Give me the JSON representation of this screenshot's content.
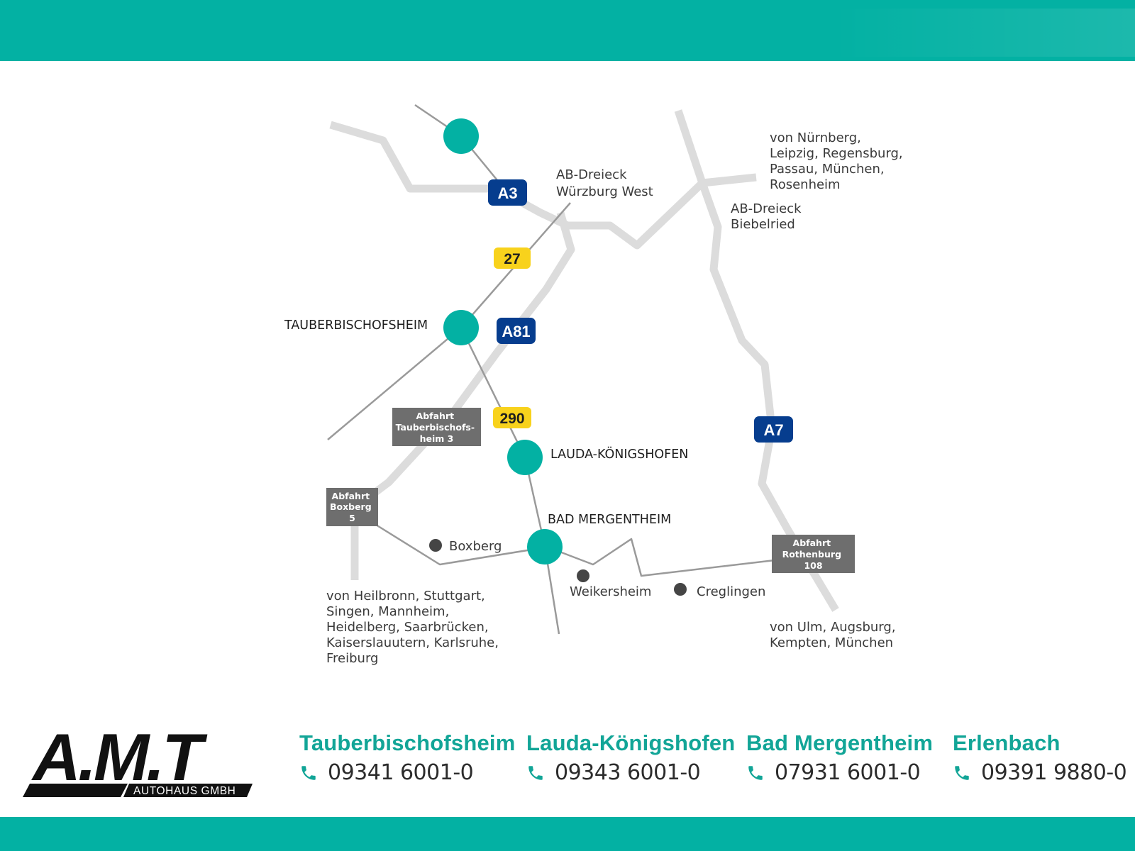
{
  "colors": {
    "brand": "#03b1a3",
    "highway_blue": "#063d8e",
    "road_yellow": "#f8d21c",
    "road_gray": "#dcdcdc",
    "exit_gray": "#6e6e6e"
  },
  "map": {
    "highways": {
      "a3": "A3",
      "a81": "A81",
      "a7": "A7"
    },
    "roads": {
      "b27": "27",
      "b290": "290"
    },
    "towns": {
      "tauberbischofsheim": "TAUBERBISCHOFSHEIM",
      "lauda": "LAUDA-KÖNIGSHOFEN",
      "bad_mergentheim": "BAD MERGENTHEIM"
    },
    "villages": {
      "boxberg": "Boxberg",
      "weikersheim": "Weikersheim",
      "creglingen": "Creglingen"
    },
    "exits": {
      "tbb": [
        "Abfahrt",
        "Tauberbischofs-",
        "heim 3"
      ],
      "boxberg": [
        "Abfahrt",
        "Boxberg",
        "5"
      ],
      "rothenburg": [
        "Abfahrt",
        "Rothenburg",
        "108"
      ]
    },
    "junctions": {
      "wuerzburg": [
        "AB-Dreieck",
        "Würzburg West"
      ],
      "biebelried": [
        "AB-Dreieck",
        "Biebelried"
      ]
    },
    "from": {
      "east": [
        "von Nürnberg,",
        "Leipzig, Regensburg,",
        "Passau, München,",
        "Rosenheim"
      ],
      "southwest": [
        "von Heilbronn, Stuttgart,",
        "Singen, Mannheim,",
        "Heidelberg, Saarbrücken,",
        "Kaiserslauutern, Karlsruhe,",
        "Freiburg"
      ],
      "south": [
        "von Ulm, Augsburg,",
        "Kempten, München"
      ]
    }
  },
  "logo": {
    "letters": "A.M.T",
    "subtitle": "AUTOHAUS GMBH"
  },
  "contacts": [
    {
      "city": "Tauberbischofsheim",
      "phone": "09341 6001-0"
    },
    {
      "city": "Lauda-Königshofen",
      "phone": "09343 6001-0"
    },
    {
      "city": "Bad Mergentheim",
      "phone": "07931 6001-0"
    },
    {
      "city": "Erlenbach",
      "phone": "09391 9880-0"
    }
  ]
}
